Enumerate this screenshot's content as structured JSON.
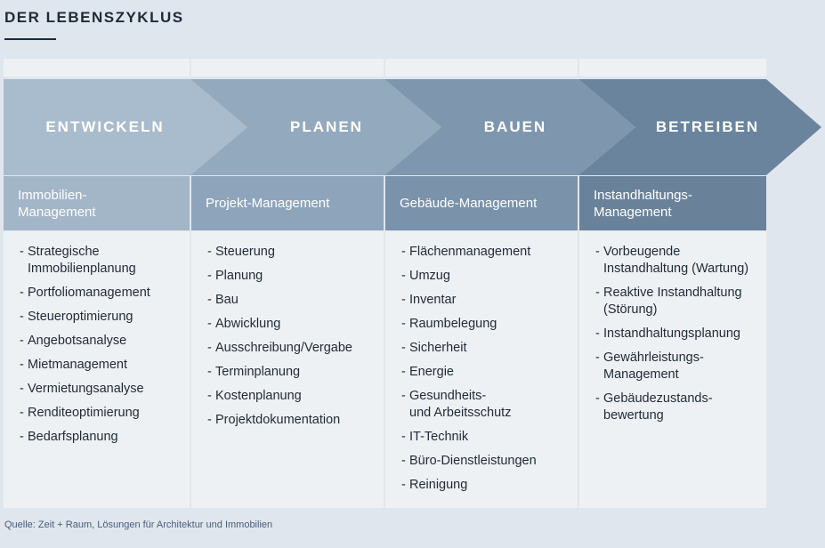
{
  "title": "DER LEBENSZYKLUS",
  "phases": [
    {
      "label": "ENTWICKELN",
      "header": "Immobilien-\nManagement",
      "items": [
        "Strategische\nImmobilienplanung",
        "Portfoliomanagement",
        "Steueroptimierung",
        "Angebotsanalyse",
        "Mietmanagement",
        "Vermietungsanalyse",
        "Renditeoptimierung",
        "Bedarfsplanung"
      ],
      "arrow_color": "#a9bccd",
      "header_color": "#a3b6c8"
    },
    {
      "label": "PLANEN",
      "header": "Projekt-Management",
      "items": [
        "Steuerung",
        "Planung",
        "Bau",
        "Abwicklung",
        "Ausschreibung/Vergabe",
        "Terminplanung",
        "Kostenplanung",
        "Projektdokumentation"
      ],
      "arrow_color": "#93a9be",
      "header_color": "#8ea4ba"
    },
    {
      "label": "BAUEN",
      "header": "Gebäude-Management",
      "items": [
        "Flächenmanagement",
        "Umzug",
        "Inventar",
        "Raumbelegung",
        "Sicherheit",
        "Energie",
        "Gesundheits-\nund Arbeitsschutz",
        "IT-Technik",
        "Büro-Dienstleistungen",
        "Reinigung"
      ],
      "arrow_color": "#7e97ae",
      "header_color": "#7a92aa"
    },
    {
      "label": "BETREIBEN",
      "header": "Instandhaltungs-\nManagement",
      "items": [
        "Vorbeugende\nInstandhaltung (Wartung)",
        "Reaktive Instandhaltung\n(Störung)",
        "Instandhaltungsplanung",
        "Gewährleistungs-\nManagement",
        "Gebäudezustands-\nbewertung"
      ],
      "arrow_color": "#6a849d",
      "header_color": "#6a8299"
    }
  ],
  "source": "Quelle: Zeit + Raum, Lösungen für Architektur und Immobilien"
}
